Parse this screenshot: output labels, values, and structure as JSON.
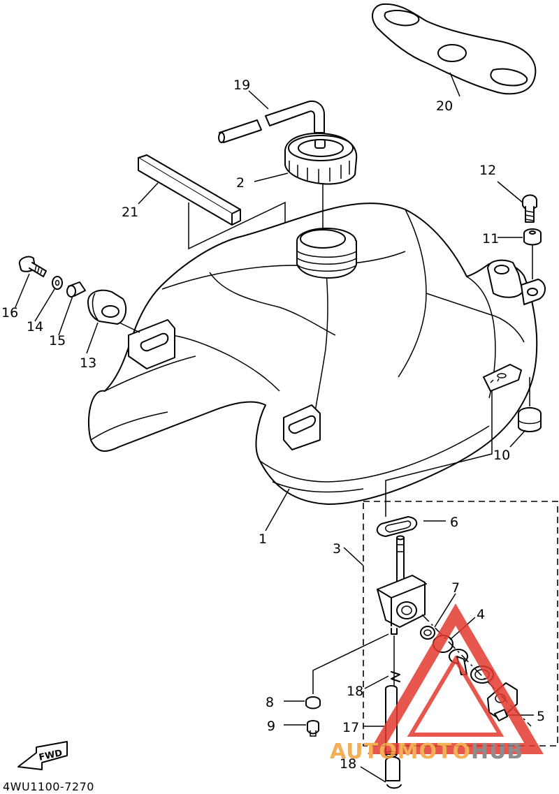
{
  "diagram_code": "4WU1100-7270",
  "fwd_label": "FWD",
  "watermark": {
    "part1": "AUTOMOTO",
    "part2": "HUB",
    "color1": "#f2a23a",
    "color2": "#7a7a7a",
    "triangle_color": "#e33a2e"
  },
  "callouts": [
    {
      "id": "c1",
      "label": "1"
    },
    {
      "id": "c2",
      "label": "2"
    },
    {
      "id": "c3",
      "label": "3"
    },
    {
      "id": "c4",
      "label": "4"
    },
    {
      "id": "c5",
      "label": "5"
    },
    {
      "id": "c6",
      "label": "6"
    },
    {
      "id": "c7",
      "label": "7"
    },
    {
      "id": "c8",
      "label": "8"
    },
    {
      "id": "c9",
      "label": "9"
    },
    {
      "id": "c10",
      "label": "10"
    },
    {
      "id": "c11",
      "label": "11"
    },
    {
      "id": "c12",
      "label": "12"
    },
    {
      "id": "c13",
      "label": "13"
    },
    {
      "id": "c14",
      "label": "14"
    },
    {
      "id": "c15",
      "label": "15"
    },
    {
      "id": "c16",
      "label": "16"
    },
    {
      "id": "c17",
      "label": "17"
    },
    {
      "id": "c18a",
      "label": "18"
    },
    {
      "id": "c18b",
      "label": "18"
    },
    {
      "id": "c19",
      "label": "19"
    },
    {
      "id": "c20",
      "label": "20"
    },
    {
      "id": "c21",
      "label": "21"
    }
  ]
}
